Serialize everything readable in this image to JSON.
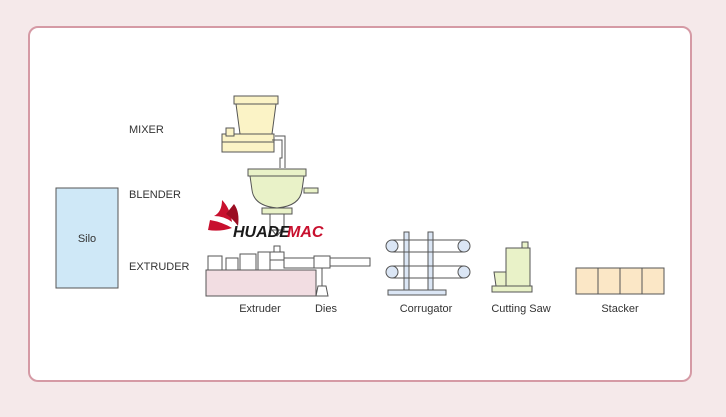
{
  "labels": {
    "mixer": "MIXER",
    "blender": "BLENDER",
    "extruder_row": "EXTRUDER",
    "silo": "Silo"
  },
  "stages": {
    "extruder": "Extruder",
    "dies": "Dies",
    "corrugator": "Corrugator",
    "cutting_saw": "Cutting Saw",
    "stacker": "Stacker"
  },
  "watermark": {
    "brand_left": "HUADE",
    "brand_right": "MAC"
  },
  "colors": {
    "frame_border": "#d59aa5",
    "silo_fill": "#cfe8f7",
    "hopper_fill": "#fbf3c6",
    "blender_fill": "#e9f2c8",
    "extruder_base": "#f2dde2",
    "corrugator_fill": "#dbe6f5",
    "saw_fill": "#e9f2c8",
    "stacker_fill": "#fbe7c6",
    "brand_red": "#c8102e"
  },
  "icons": [
    "huademac-logo"
  ]
}
